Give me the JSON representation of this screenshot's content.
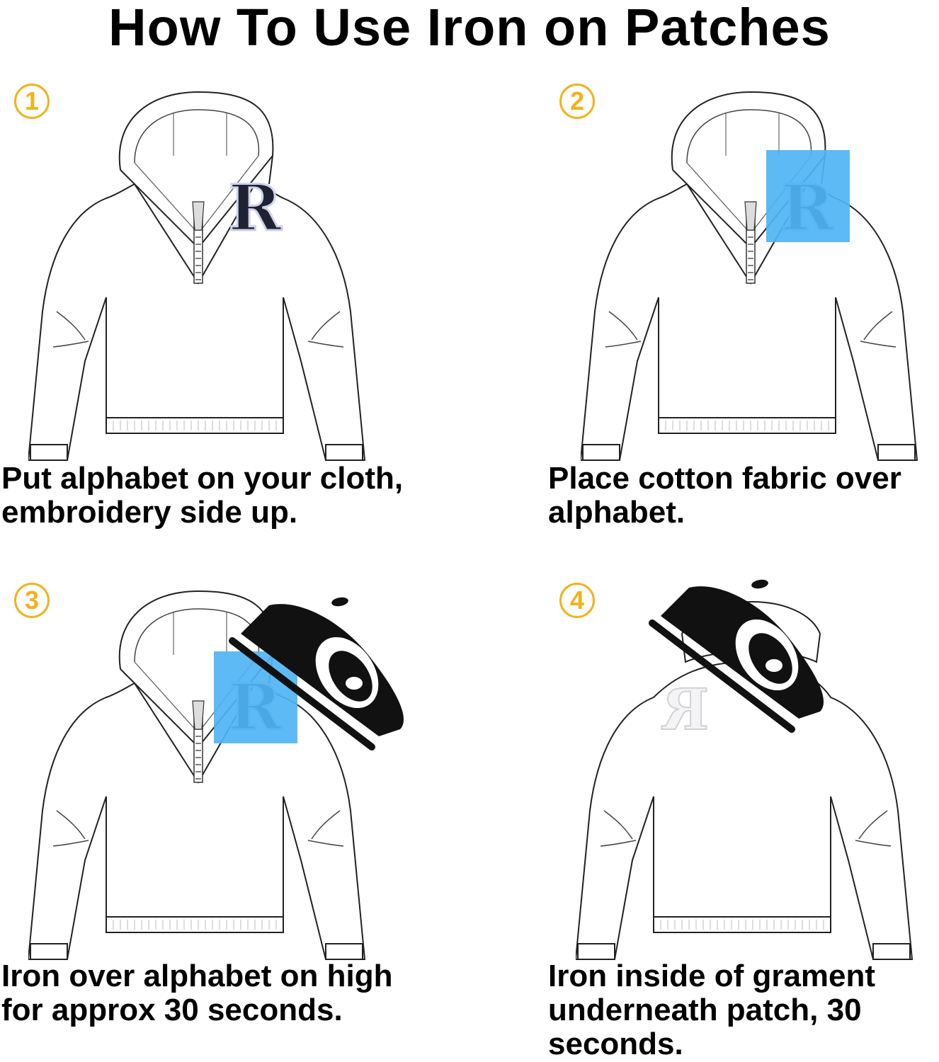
{
  "title": "How To Use Iron on Patches",
  "steps": [
    {
      "number": "1",
      "caption": "Put alphabet on your cloth,\nembroidery side up.",
      "letter": "R"
    },
    {
      "number": "2",
      "caption": "Place cotton fabric over\nalphabet.",
      "letter": "R"
    },
    {
      "number": "3",
      "caption": "Iron over alphabet on high\nfor approx 30 seconds.",
      "letter": "R"
    },
    {
      "number": "4",
      "caption": "Iron inside of grament\nunderneath patch, 30\nseconds.",
      "letter": "R"
    }
  ],
  "colors": {
    "badge": "#f2b21b",
    "fabric": "#4fb4f3",
    "patch": "#1e2233",
    "iron": "#111111"
  }
}
